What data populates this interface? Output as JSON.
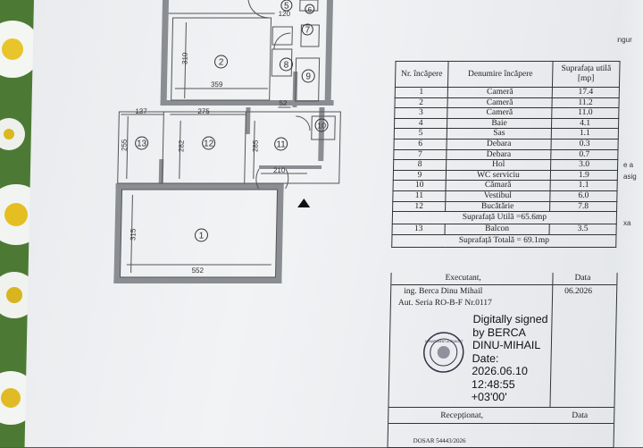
{
  "plan": {
    "dims": [
      "120",
      "359",
      "275",
      "137",
      "255",
      "282",
      "285",
      "52",
      "210",
      "315",
      "552",
      "310"
    ],
    "room_numbers": [
      "5",
      "7",
      "6",
      "2",
      "8",
      "9",
      "10",
      "13",
      "12",
      "11",
      "1"
    ]
  },
  "table": {
    "headers": {
      "nr": "Nr. încăpere",
      "name": "Denumire încăpere",
      "area": "Suprafața utilă [mp]"
    },
    "rows": [
      {
        "nr": "1",
        "name": "Cameră",
        "area": "17.4"
      },
      {
        "nr": "2",
        "name": "Cameră",
        "area": "11.2"
      },
      {
        "nr": "3",
        "name": "Cameră",
        "area": "11.0"
      },
      {
        "nr": "4",
        "name": "Baie",
        "area": "4.1"
      },
      {
        "nr": "5",
        "name": "Sas",
        "area": "1.1"
      },
      {
        "nr": "6",
        "name": "Debara",
        "area": "0.3"
      },
      {
        "nr": "7",
        "name": "Debara",
        "area": "0.7"
      },
      {
        "nr": "8",
        "name": "Hol",
        "area": "3.0"
      },
      {
        "nr": "9",
        "name": "WC serviciu",
        "area": "1.9"
      },
      {
        "nr": "10",
        "name": "Cămară",
        "area": "1.1"
      },
      {
        "nr": "11",
        "name": "Vestibul",
        "area": "6.0"
      },
      {
        "nr": "12",
        "name": "Bucătărie",
        "area": "7.8"
      }
    ],
    "useful_total": "Suprafață Utilă =65.6mp",
    "balcony": {
      "nr": "13",
      "name": "Balcon",
      "area": "3.5"
    },
    "grand_total": "Suprafață Totală = 69.1mp"
  },
  "signature": {
    "executant_label": "Executant,",
    "date_label": "Data",
    "engineer": "ing. Berca Dinu Mihail",
    "authorization": "Aut. Seria RO-B-F Nr.0117",
    "date_value": "06.2026",
    "digital_lines": [
      "Digitally signed",
      "by BERCA",
      "DINU-MIHAIL",
      "Date:",
      "2026.06.10",
      "12:48:55",
      "+03'00'"
    ],
    "stamp_text": "DEPARTAMENT AUTORIZAT",
    "received_label": "Recepționat,",
    "received_date_label": "Data",
    "dossier": "DOSAR 54443/2026"
  },
  "side_paper": {
    "word1": "ingur",
    "word2": "e a",
    "word3": "asig",
    "word4": "xa"
  }
}
